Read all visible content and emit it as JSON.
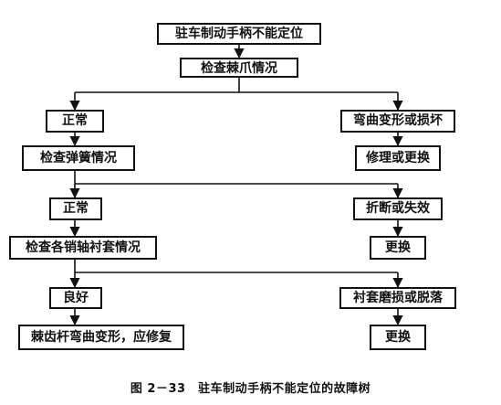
{
  "diagram": {
    "nodes": {
      "root": "驻车制动手柄不能定位",
      "check_ratchet": "检查棘爪情况",
      "normal_1": "正常",
      "bent_damaged": "弯曲变形或损坏",
      "check_spring": "检查弹簧情况",
      "repair_replace": "修理或更换",
      "normal_2": "正常",
      "broken_failed": "折断或失效",
      "check_pins": "检查各销轴衬套情况",
      "replace_1": "更换",
      "good": "良好",
      "bushing_worn": "衬套磨损或脱落",
      "ratchet_rod": "棘齿杆弯曲变形，应修复",
      "replace_2": "更换"
    }
  },
  "caption": "图 2－33　驻车制动手柄不能定位的故障树"
}
